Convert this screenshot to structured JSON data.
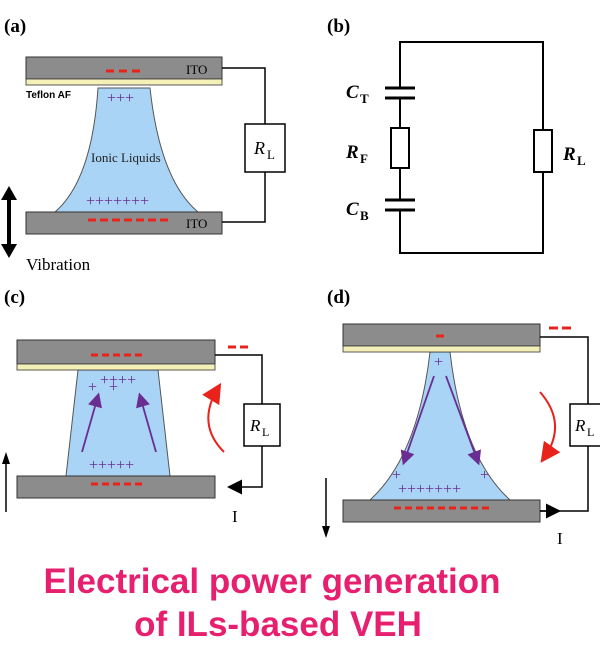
{
  "panels": {
    "a": {
      "label": "(a)",
      "top_electrode": "ITO",
      "bottom_electrode": "ITO",
      "coating": "Teflon AF",
      "liquid": "Ionic Liquids",
      "top_charges": "+++",
      "bottom_charges": "+++++++",
      "resistor_main": "R",
      "resistor_sub": "L",
      "vibration": "Vibration"
    },
    "b": {
      "label": "(b)",
      "ct_main": "C",
      "ct_sub": "T",
      "rf_main": "R",
      "rf_sub": "F",
      "cb_main": "C",
      "cb_sub": "B",
      "rl_main": "R",
      "rl_sub": "L"
    },
    "c": {
      "label": "(c)",
      "top_charges": "++++",
      "top_charges_2": "+   +",
      "bottom_charges": "+++++",
      "resistor_main": "R",
      "resistor_sub": "L",
      "current": "I"
    },
    "d": {
      "label": "(d)",
      "top_charges": "+",
      "bottom_charges": "+++++++",
      "side_charges": "+",
      "resistor_main": "R",
      "resistor_sub": "L",
      "current": "I"
    }
  },
  "caption": {
    "line1": "Electrical power generation",
    "line2": "of ILs-based VEH"
  },
  "colors": {
    "electrode": "#8c8c8c",
    "liquid": "#a9d4f5",
    "coating": "#f4f1b8",
    "charge_negative": "#e8231c",
    "charge_positive": "#6a2d91",
    "arrow_red": "#e8231c",
    "caption": "#e6206e"
  }
}
